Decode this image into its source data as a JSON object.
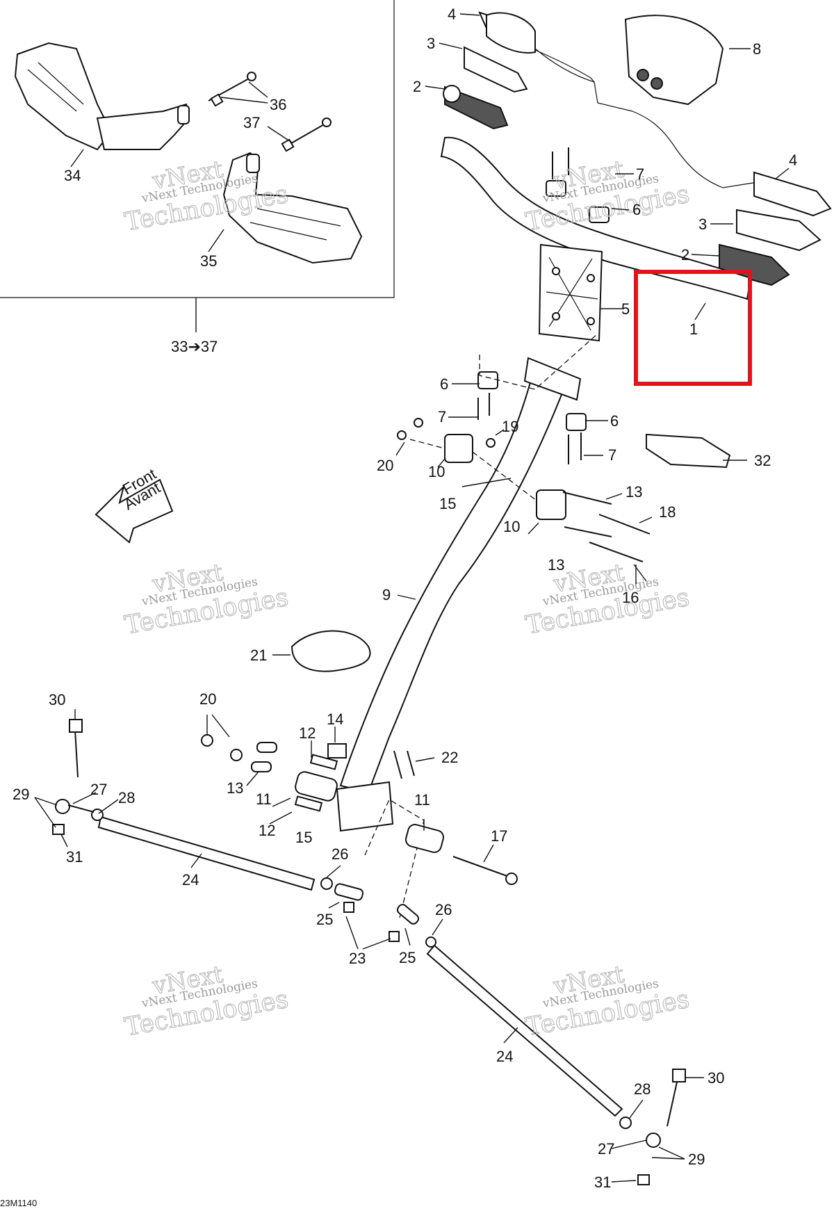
{
  "diagram": {
    "document_id": "23M1140",
    "inset_label": "33➔37",
    "front_arrow": [
      "Front",
      "Avant"
    ],
    "watermark": [
      "vNext Technologies",
      "vNext",
      "Technologies"
    ],
    "highlighted_callout": "1",
    "callouts": {
      "c1": "1",
      "c2a": "2",
      "c2b": "2",
      "c3a": "3",
      "c3b": "3",
      "c4a": "4",
      "c4b": "4",
      "c5": "5",
      "c6a": "6",
      "c6b": "6",
      "c6c": "6",
      "c7a": "7",
      "c7b": "7",
      "c7c": "7",
      "c8": "8",
      "c9": "9",
      "c10a": "10",
      "c10b": "10",
      "c11a": "11",
      "c11b": "11",
      "c12a": "12",
      "c12b": "12",
      "c13a": "13",
      "c13b": "13",
      "c13c": "13",
      "c14": "14",
      "c15a": "15",
      "c15b": "15",
      "c16": "16",
      "c17": "17",
      "c18": "18",
      "c19": "19",
      "c20a": "20",
      "c20b": "20",
      "c21": "21",
      "c22": "22",
      "c23": "23",
      "c24a": "24",
      "c24b": "24",
      "c25a": "25",
      "c25b": "25",
      "c26a": "26",
      "c26b": "26",
      "c27a": "27",
      "c27b": "27",
      "c28a": "28",
      "c28b": "28",
      "c29a": "29",
      "c29b": "29",
      "c30a": "30",
      "c30b": "30",
      "c31a": "31",
      "c31b": "31",
      "c32": "32",
      "c34": "34",
      "c35": "35",
      "c36": "36",
      "c37": "37"
    }
  }
}
